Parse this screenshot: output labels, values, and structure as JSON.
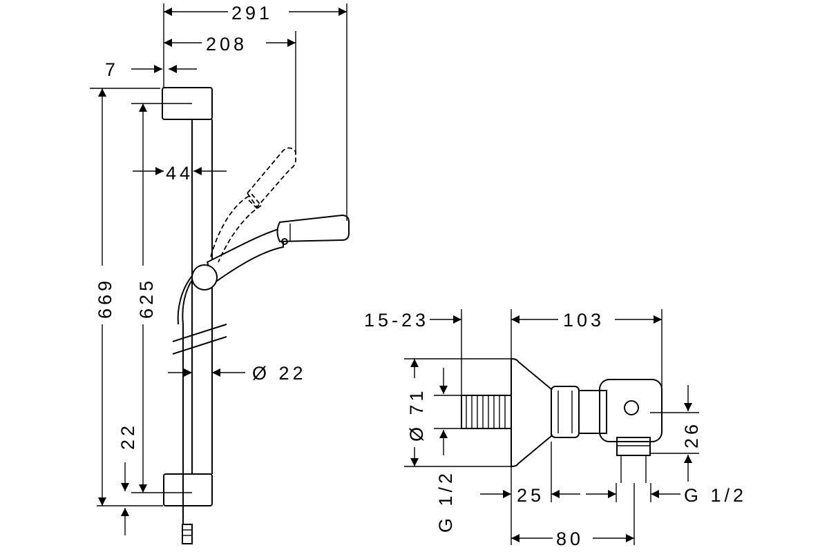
{
  "dimensions": {
    "overall_width": "291",
    "handshower_reach": "208",
    "bracket_offset": "7",
    "bar_to_wall": "44",
    "overall_height": "669",
    "bar_height": "625",
    "bottom_offset": "22",
    "bar_diameter": "Ø 22",
    "adjust_range": "15-23",
    "outlet_depth": "103",
    "rosette_diameter": "Ø 71",
    "outlet_height": "26",
    "depth_25": "25",
    "depth_80": "80",
    "thread_left": "G 1/2",
    "thread_right": "G 1/2"
  }
}
